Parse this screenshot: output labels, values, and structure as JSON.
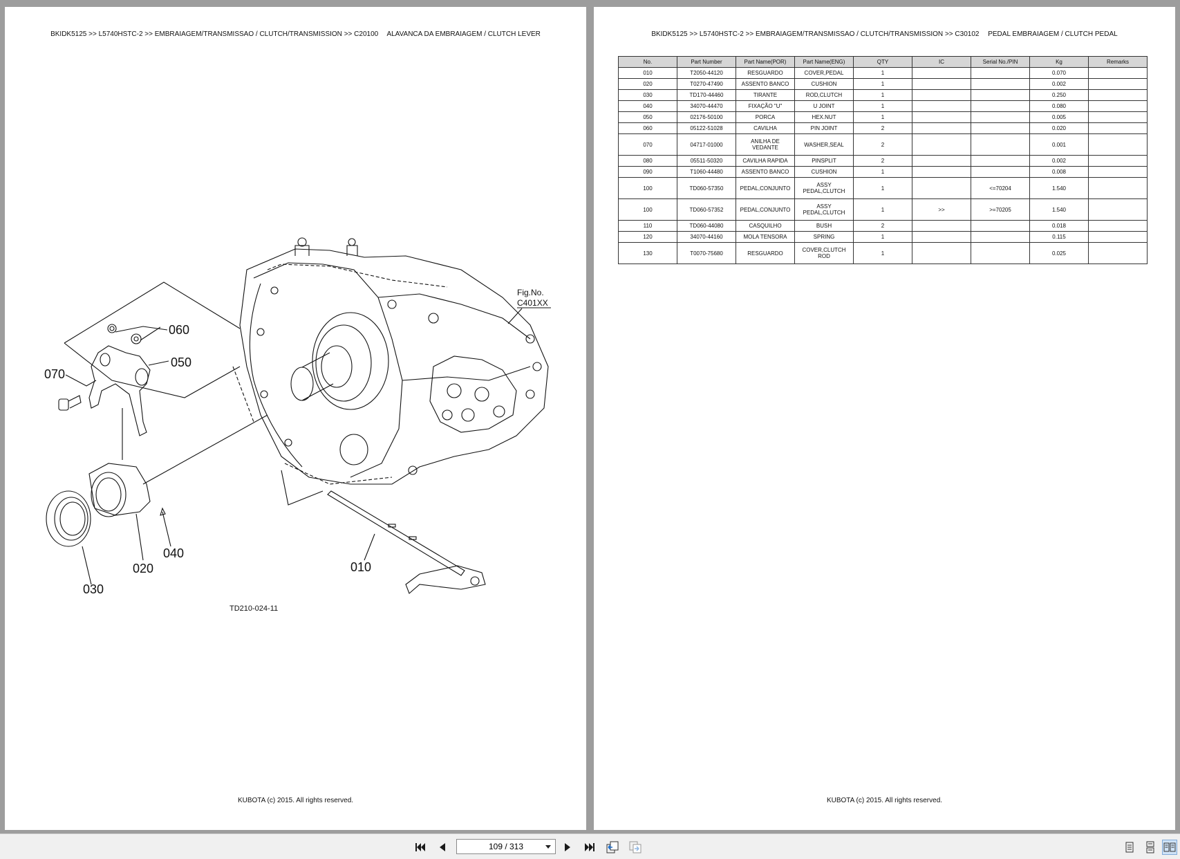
{
  "left_page": {
    "breadcrumb": {
      "model": "BKIDK5125",
      "sep": ">>",
      "variant": "L5740HSTC-2",
      "section": "EMBRAIAGEM/TRANSMISSAO / CLUTCH/TRANSMISSION",
      "group": "C20100",
      "title": "ALAVANCA DA EMBRAIAGEM / CLUTCH LEVER"
    },
    "figure": {
      "fig_label": "Fig.No.",
      "fig_number": "C401XX",
      "drawing_code": "TD210-024-11",
      "callouts": [
        "060",
        "050",
        "070",
        "020",
        "040",
        "030",
        "010"
      ]
    },
    "footer": "KUBOTA (c) 2015. All rights reserved."
  },
  "right_page": {
    "breadcrumb": {
      "model": "BKIDK5125",
      "sep": ">>",
      "variant": "L5740HSTC-2",
      "section": "EMBRAIAGEM/TRANSMISSAO / CLUTCH/TRANSMISSION",
      "group": "C30102",
      "title": "PEDAL EMBRAIAGEM / CLUTCH PEDAL"
    },
    "table": {
      "headers": [
        "No.",
        "Part Number",
        "Part Name(POR)",
        "Part Name(ENG)",
        "QTY",
        "IC",
        "Serial No./PIN",
        "Kg",
        "Remarks"
      ],
      "rows": [
        [
          "010",
          "T2050-44120",
          "RESGUARDO",
          "COVER,PEDAL",
          "1",
          "",
          "",
          "0.070",
          ""
        ],
        [
          "020",
          "T0270-47490",
          "ASSENTO BANCO",
          "CUSHION",
          "1",
          "",
          "",
          "0.002",
          ""
        ],
        [
          "030",
          "TD170-44460",
          "TIRANTE",
          "ROD,CLUTCH",
          "1",
          "",
          "",
          "0.250",
          ""
        ],
        [
          "040",
          "34070-44470",
          "FIXAÇÃO \"U\"",
          "U JOINT",
          "1",
          "",
          "",
          "0.080",
          ""
        ],
        [
          "050",
          "02176-50100",
          "PORCA",
          "HEX.NUT",
          "1",
          "",
          "",
          "0.005",
          ""
        ],
        [
          "060",
          "05122-51028",
          "CAVILHA",
          "PIN JOINT",
          "2",
          "",
          "",
          "0.020",
          ""
        ],
        [
          "070",
          "04717-01000",
          "ANILHA DE VEDANTE",
          "WASHER,SEAL",
          "2",
          "",
          "",
          "0.001",
          ""
        ],
        [
          "080",
          "05511-50320",
          "CAVILHA RAPIDA",
          "PINSPLIT",
          "2",
          "",
          "",
          "0.002",
          ""
        ],
        [
          "090",
          "T1060-44480",
          "ASSENTO BANCO",
          "CUSHION",
          "1",
          "",
          "",
          "0.008",
          ""
        ],
        [
          "100",
          "TD060-57350",
          "PEDAL,CONJUNTO",
          "ASSY PEDAL,CLUTCH",
          "1",
          "",
          "<=70204",
          "1.540",
          ""
        ],
        [
          "100",
          "TD060-57352",
          "PEDAL,CONJUNTO",
          "ASSY PEDAL,CLUTCH",
          "1",
          ">>",
          ">=70205",
          "1.540",
          ""
        ],
        [
          "110",
          "TD060-44080",
          "CASQUILHO",
          "BUSH",
          "2",
          "",
          "",
          "0.018",
          ""
        ],
        [
          "120",
          "34070-44160",
          "MOLA TENSORA",
          "SPRING",
          "1",
          "",
          "",
          "0.115",
          ""
        ],
        [
          "130",
          "T0070-75680",
          "RESGUARDO",
          "COVER,CLUTCH ROD",
          "1",
          "",
          "",
          "0.025",
          ""
        ]
      ]
    },
    "footer": "KUBOTA (c) 2015. All rights reserved."
  },
  "toolbar": {
    "page_indicator": "109 / 313",
    "icons": [
      "first-page-icon",
      "previous-page-icon",
      "next-page-icon",
      "last-page-icon",
      "go-back-icon",
      "go-forward-icon",
      "single-page-view-icon",
      "continuous-view-icon",
      "two-page-view-icon"
    ]
  }
}
